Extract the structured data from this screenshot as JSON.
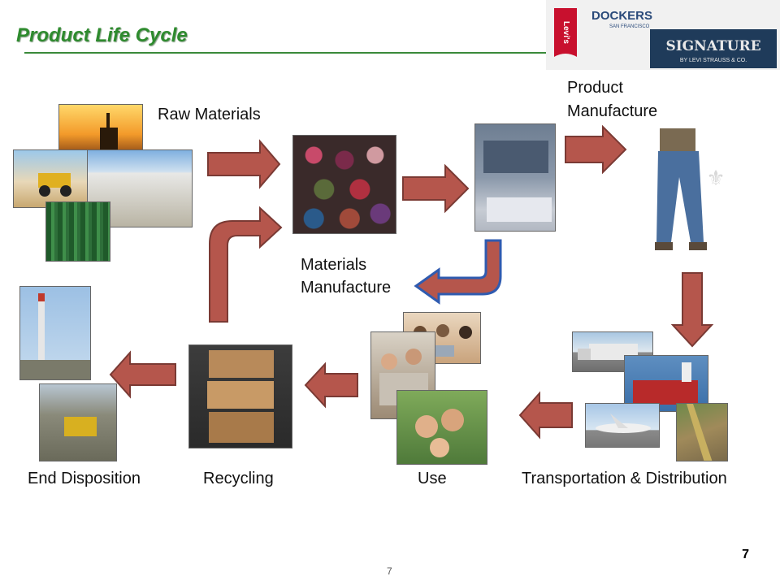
{
  "header": {
    "title": "Product Life Cycle",
    "brands": [
      "DOCKERS",
      "SAN FRANCISCO",
      "SIGNATURE",
      "BY LEVI STRAUSS & CO."
    ],
    "levis_mark": "Levi's",
    "accent_color": "#2e8b2e"
  },
  "stages": {
    "raw_materials": "Raw Materials",
    "materials_manufacture_l1": "Materials",
    "materials_manufacture_l2": "Manufacture",
    "product_manufacture_l1": "Product",
    "product_manufacture_l2": "Manufacture",
    "transportation": "Transportation & Distribution",
    "use": "Use",
    "recycling": "Recycling",
    "end_disposition": "End Disposition"
  },
  "arrow_color": "#b5564c",
  "footer": {
    "slide_number_bold": "7",
    "slide_number_small": "7"
  }
}
